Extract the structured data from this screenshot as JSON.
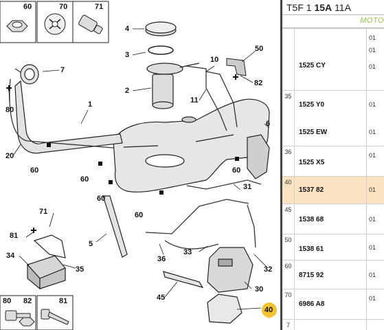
{
  "diagram": {
    "thumb_labels": [
      "60",
      "70",
      "71",
      "80",
      "82",
      "81"
    ],
    "callouts": [
      "4",
      "3",
      "2",
      "7",
      "80",
      "1",
      "10",
      "50",
      "82",
      "11",
      "6",
      "20",
      "60",
      "60",
      "60",
      "60",
      "60",
      "60",
      "81",
      "71",
      "31",
      "34",
      "35",
      "5",
      "36",
      "33",
      "32",
      "30",
      "45",
      "40"
    ],
    "highlight_color": "#f2c230"
  },
  "table": {
    "title_prefix": "T5F 1",
    "title_bold": "15A",
    "title_suffix": "11A",
    "subtitle": "MOTO",
    "top_qty": "01",
    "rows": [
      {
        "idx": "",
        "ref": "1525 CY",
        "q": [
          "01",
          "01"
        ],
        "highlight": false
      },
      {
        "idx": "35",
        "ref": "1525 Y0",
        "q": [
          "01",
          ""
        ],
        "highlight": false
      },
      {
        "idx": "",
        "ref": "1525 EW",
        "q": [
          "01"
        ],
        "highlight": false
      },
      {
        "idx": "36",
        "ref": "1525 X5",
        "q": [
          "01"
        ],
        "highlight": false
      },
      {
        "idx": "40",
        "ref": "1537 82",
        "q": [
          "01"
        ],
        "highlight": true
      },
      {
        "idx": "45",
        "ref": "1538 68",
        "q": [
          "01"
        ],
        "highlight": false
      },
      {
        "idx": "50",
        "ref": "1538 61",
        "q": [
          "01"
        ],
        "highlight": false
      },
      {
        "idx": "60",
        "ref": "8715 92",
        "q": [
          "01"
        ],
        "highlight": false
      },
      {
        "idx": "70",
        "ref": "6986 A8",
        "q": [
          "01"
        ],
        "highlight": false
      },
      {
        "idx": "7",
        "ref": "",
        "q": [],
        "highlight": false
      }
    ]
  }
}
